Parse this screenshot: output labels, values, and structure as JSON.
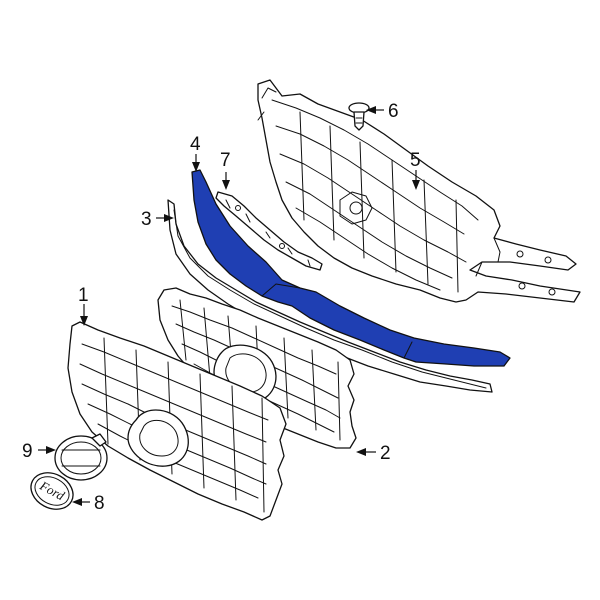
{
  "diagram": {
    "highlight_color": "#1f3fb3",
    "highlighted_part": "4",
    "callouts": [
      {
        "id": "1",
        "label": "1"
      },
      {
        "id": "2",
        "label": "2"
      },
      {
        "id": "3",
        "label": "3"
      },
      {
        "id": "4",
        "label": "4"
      },
      {
        "id": "5",
        "label": "5"
      },
      {
        "id": "6",
        "label": "6"
      },
      {
        "id": "7",
        "label": "7"
      },
      {
        "id": "8",
        "label": "8"
      },
      {
        "id": "9",
        "label": "9"
      }
    ],
    "badge_text": "Ford"
  }
}
